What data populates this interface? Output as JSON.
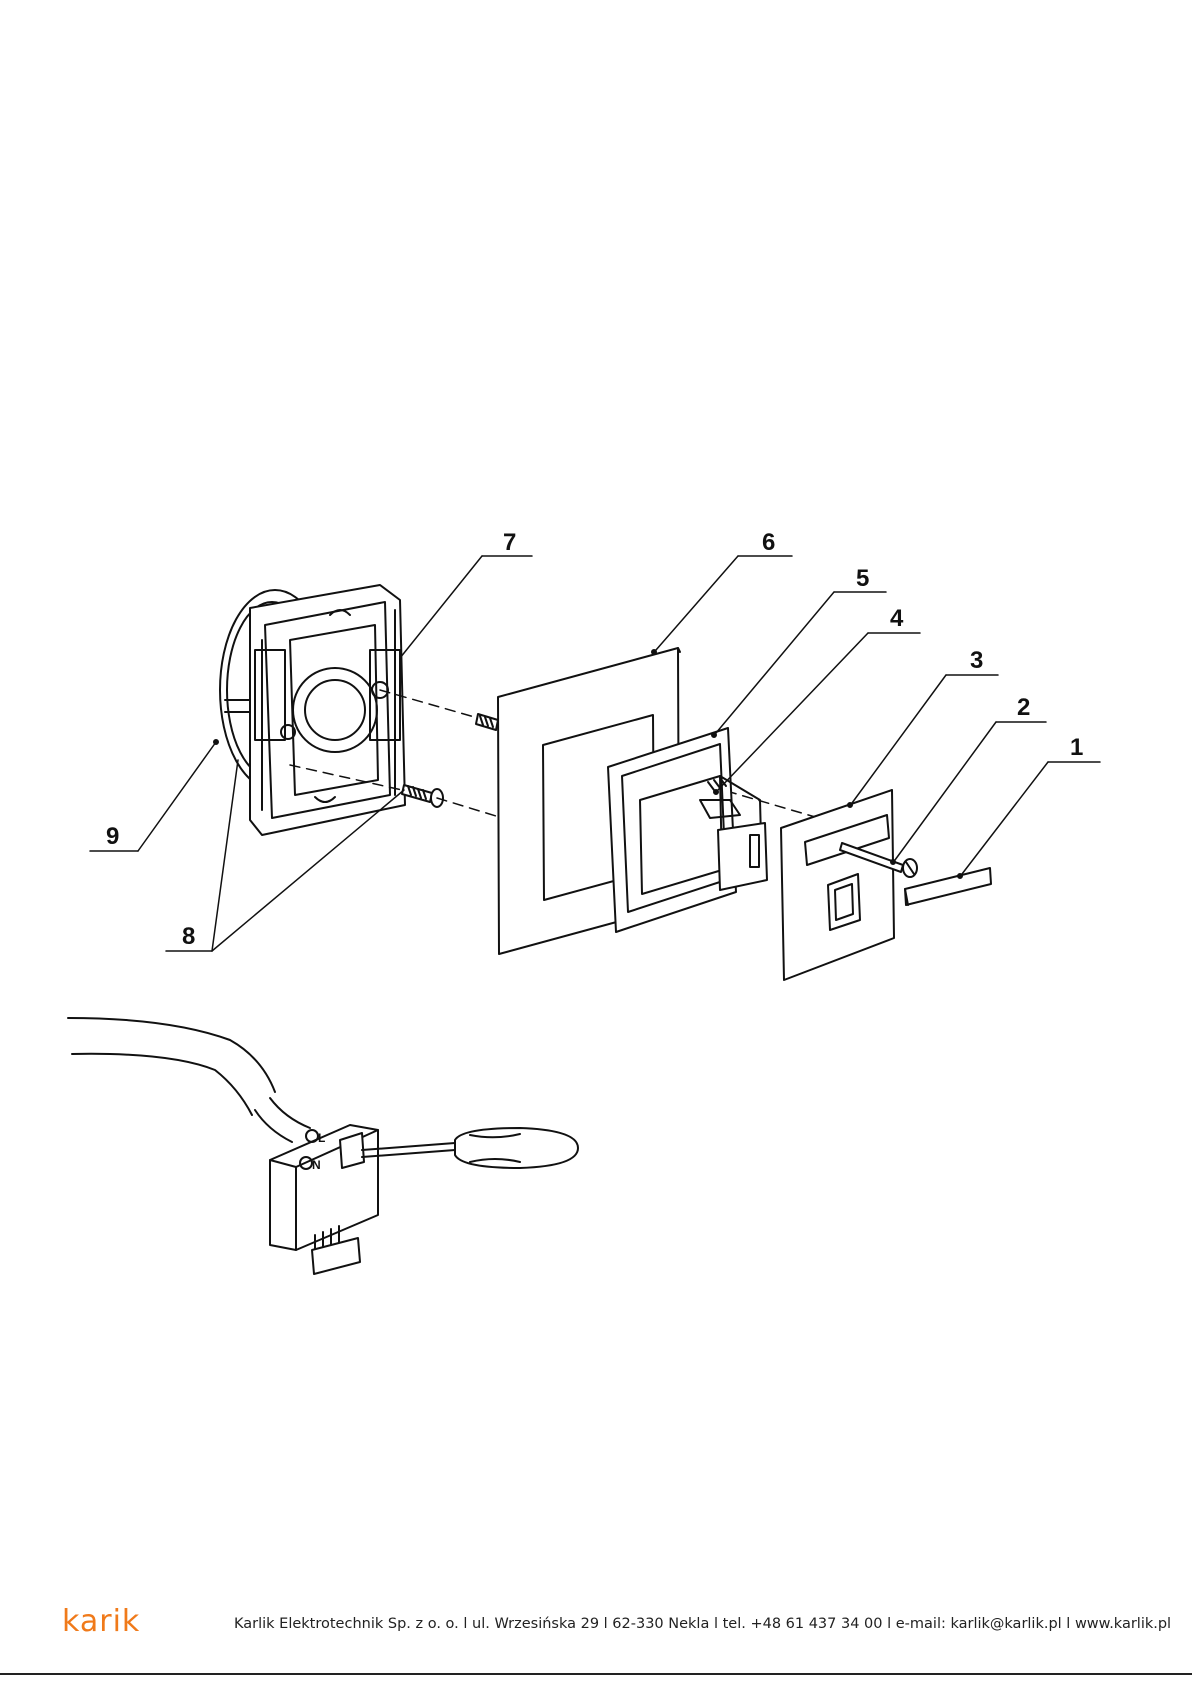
{
  "callouts": {
    "c1": "1",
    "c2": "2",
    "c3": "3",
    "c4": "4",
    "c5": "5",
    "c6": "6",
    "c7": "7",
    "c8": "8",
    "c9": "9"
  },
  "terminal_marks": {
    "l": "L",
    "n": "N"
  },
  "footer": {
    "logo": "karik",
    "company_line": "Karlik Elektrotechnik Sp. z o. o. l ul. Wrzesińska 29 l 62-330 Nekla l tel. +48 61 437 34 00 l e-mail: karlik@karlik.pl l www.karlik.pl"
  },
  "colors": {
    "brand_orange": "#f07a1a",
    "line": "#111111"
  }
}
